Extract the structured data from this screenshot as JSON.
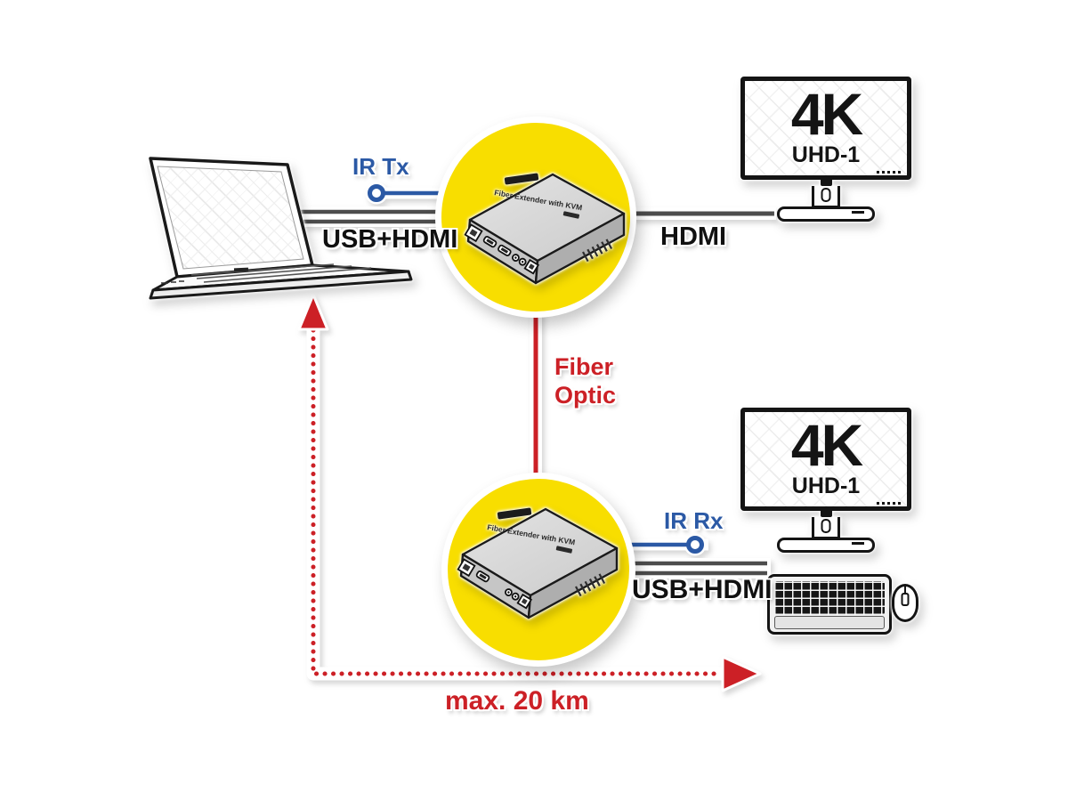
{
  "labels": {
    "ir_tx": "IR Tx",
    "ir_rx": "IR Rx",
    "usb_hdmi_source": "USB+HDMI",
    "usb_hdmi_remote": "USB+HDMI",
    "hdmi": "HDMI",
    "fiber_optic_line1": "Fiber",
    "fiber_optic_line2": "Optic",
    "max_distance": "max. 20 km"
  },
  "monitor": {
    "resolution": "4K",
    "standard": "UHD-1"
  },
  "extender": {
    "device_label": "Fiber Extender with KVM"
  },
  "colors": {
    "highlight_yellow": "#F8DE00",
    "signal_red": "#CC2026",
    "ir_blue": "#2B59A5",
    "cable_gray": "#4D4D4D"
  }
}
